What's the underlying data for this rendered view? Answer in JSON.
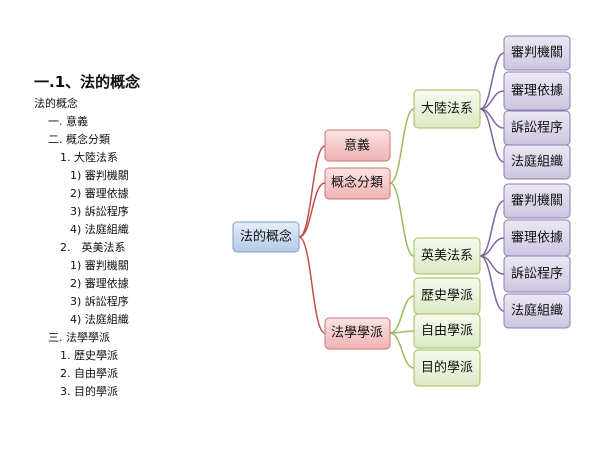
{
  "outline": {
    "title": "一.1、法的概念",
    "lines": [
      "法的概念",
      "一. 意義",
      "二. 概念分類",
      "1. 大陸法系",
      "1) 審判機關",
      "2) 審理依據",
      "3) 訴訟程序",
      "4) 法庭組織",
      "2.　英美法系",
      "1) 審判機關",
      "2) 審理依據",
      "3) 訴訟程序",
      "4) 法庭組織",
      "三. 法學學派",
      "1. 歷史學派",
      "2. 自由學派",
      "3. 目的學派"
    ]
  },
  "diagram": {
    "root": "法的概念",
    "level1": {
      "meaning": "意義",
      "classification": "概念分類",
      "schools": "法學學派"
    },
    "level2": {
      "continental": "大陸法系",
      "anglo": "英美法系",
      "historical": "歷史學派",
      "free": "自由學派",
      "purpose": "目的學派"
    },
    "continental_items": [
      "審判機關",
      "審理依據",
      "訴訟程序",
      "法庭組織"
    ],
    "anglo_items": [
      "審判機關",
      "審理依據",
      "訴訟程序",
      "法庭組織"
    ]
  },
  "colors": {
    "root_fill": "#c5d6ee",
    "root_stroke": "#7f9ccd",
    "level1_fill": "#f2c4c4",
    "level1_stroke": "#d07272",
    "level2_fill": "#e6f0d0",
    "level2_stroke": "#9cbf58",
    "leaf_fill": "#d9d3e8",
    "leaf_stroke": "#8a7db1",
    "root_conn": "#c0504d",
    "class_conn": "#9bbb59",
    "leaf_conn": "#8064a2"
  }
}
